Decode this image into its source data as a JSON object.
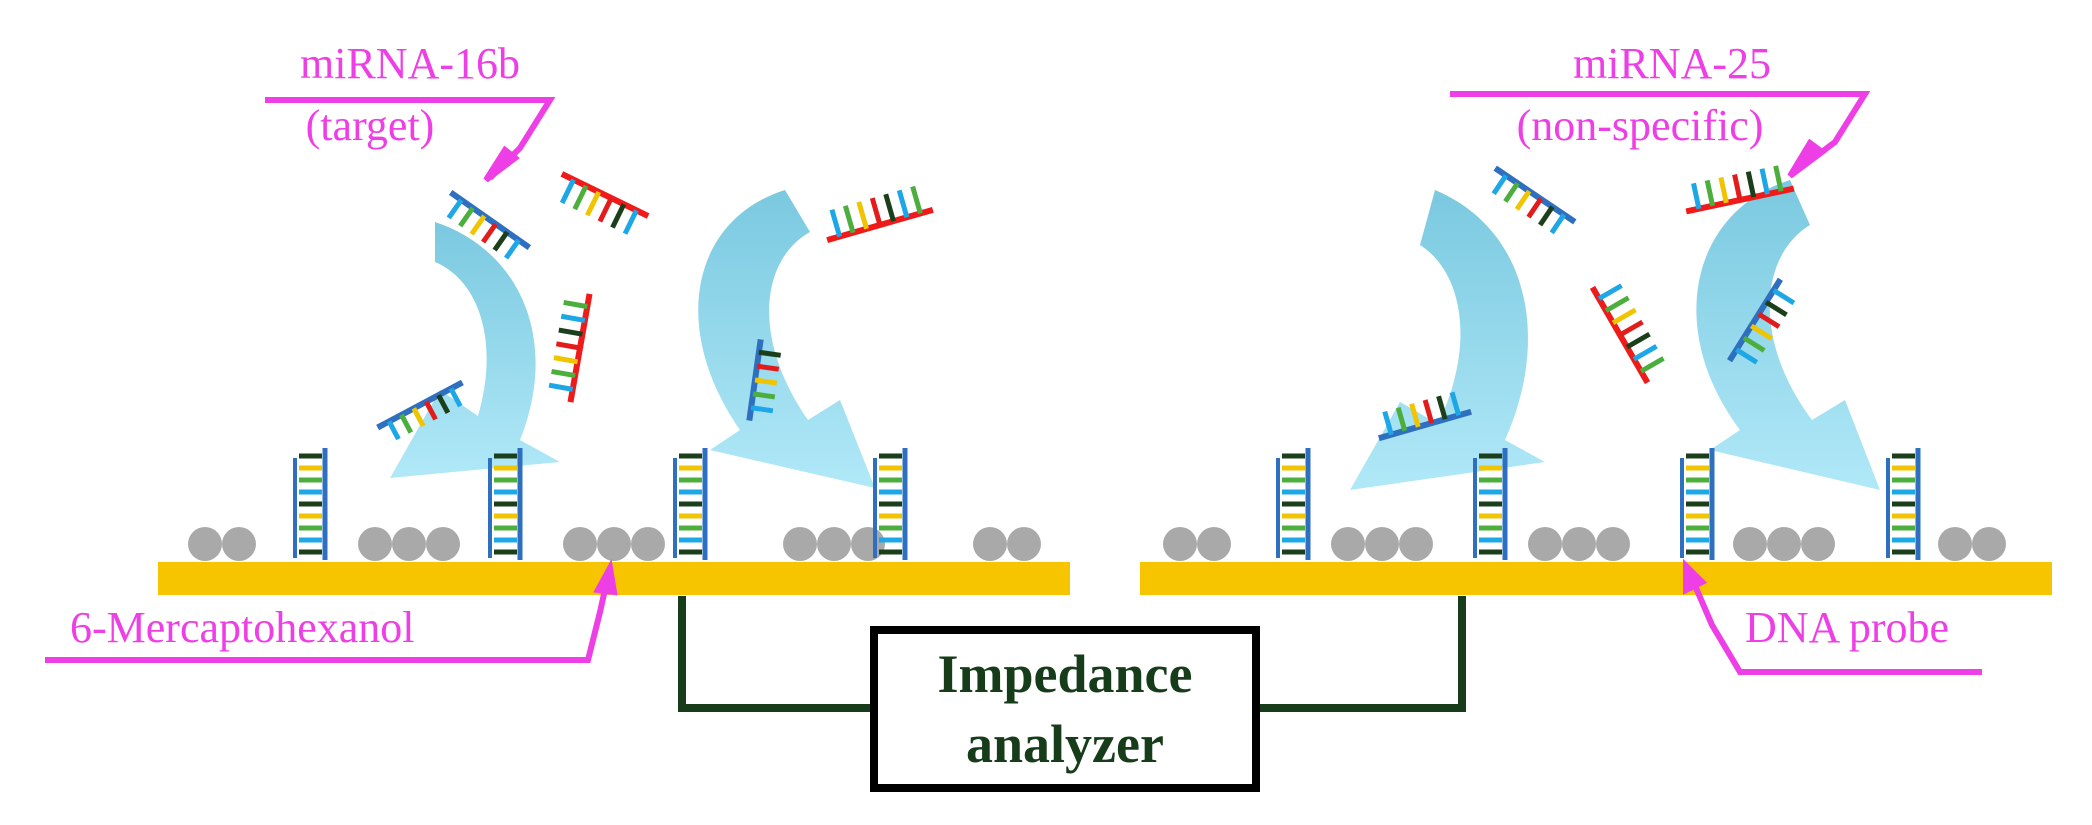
{
  "labels": {
    "target_name": "miRNA-16b",
    "target_role": "(target)",
    "nonspecific_name": "miRNA-25",
    "nonspecific_role": "(non-specific)",
    "blocker": "6-Mercaptohexanol",
    "probe": "DNA probe",
    "analyzer_line1": "Impedance",
    "analyzer_line2": "analyzer"
  },
  "colors": {
    "annotation": "#ee3fe6",
    "electrode": "#f6c500",
    "wire": "#173c1a",
    "molecule": "#a9a9a9",
    "arrow": "#7fd3ec",
    "backbone": "#2e6fbf",
    "strand_red": "#ef1b1b",
    "bases": [
      "#1a3f1a",
      "#1ea7e6",
      "#4cae3c",
      "#f0c400",
      "#e21b1b"
    ]
  },
  "icons": [
    "curved-arrow-icon",
    "dna-probe-icon",
    "mirna-strand-icon",
    "molecule-icon"
  ]
}
